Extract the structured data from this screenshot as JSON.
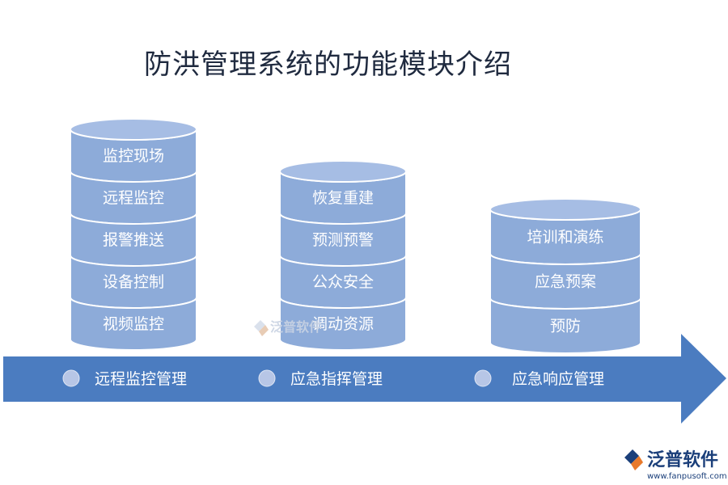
{
  "title": "防洪管理系统的功能模块介绍",
  "colors": {
    "cylinder_fill": "#8dabd9",
    "cylinder_top": "#a6bde4",
    "cylinder_stroke": "#ffffff",
    "arrow_fill": "#4b7cc0",
    "bullet": "#b7c6e6",
    "brand": "#1b3f7a",
    "brand_accent": "#e8792b"
  },
  "stacks": [
    {
      "name": "远程监控管理",
      "items": [
        "监控现场",
        "远程监控",
        "报警推送",
        "设备控制",
        "视频监控"
      ]
    },
    {
      "name": "应急指挥管理",
      "items": [
        "恢复重建",
        "预测预警",
        "公众安全",
        "调动资源"
      ]
    },
    {
      "name": "应急响应管理",
      "items": [
        "培训和演练",
        "应急预案",
        "预防"
      ]
    }
  ],
  "watermark": {
    "text": "泛普软件",
    "icon": "fanpu-logo-icon"
  },
  "brand": {
    "name": "泛普软件",
    "url": "www.fanpusoft.com",
    "icon": "fanpu-logo-icon"
  }
}
